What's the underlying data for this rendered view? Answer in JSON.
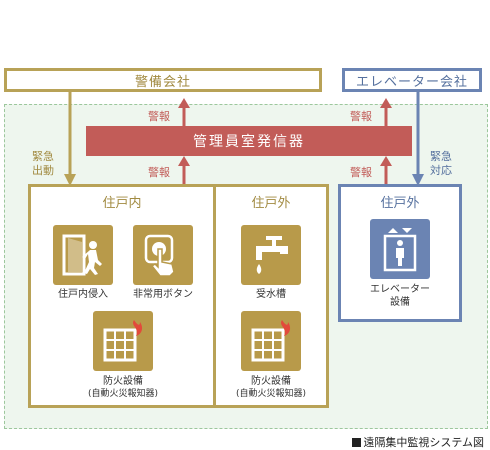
{
  "security_company": "警備会社",
  "elevator_company": "エレベーター会社",
  "transmitter": "管理員室発信器",
  "alarm_label": "警報",
  "dispatch_label_lines": [
    "緊急",
    "出動"
  ],
  "response_label_lines": [
    "緊急",
    "対応"
  ],
  "panels": {
    "inside": {
      "title": "住戸内",
      "items": [
        {
          "icon": "intrusion-icon",
          "caption": "住戸内侵入"
        },
        {
          "icon": "emergency-button-icon",
          "caption": "非常用ボタン"
        },
        {
          "icon": "fire-alarm-icon",
          "caption": "防火設備",
          "sub": "(自動火災報知器)"
        }
      ]
    },
    "outside": {
      "title": "住戸外",
      "items": [
        {
          "icon": "water-tank-icon",
          "caption": "受水槽"
        },
        {
          "icon": "fire-alarm-icon",
          "caption": "防火設備",
          "sub": "(自動火災報知器)"
        }
      ]
    },
    "elevator_outside": {
      "title": "住戸外",
      "items": [
        {
          "icon": "elevator-icon",
          "caption": "エレベーター",
          "sub": "設備"
        }
      ]
    }
  },
  "diagram_caption": "遠隔集中監視システム図",
  "colors": {
    "gold": "#b8a257",
    "blue": "#6b84b3",
    "red": "#c25c58",
    "zone": "#eef6ee"
  }
}
